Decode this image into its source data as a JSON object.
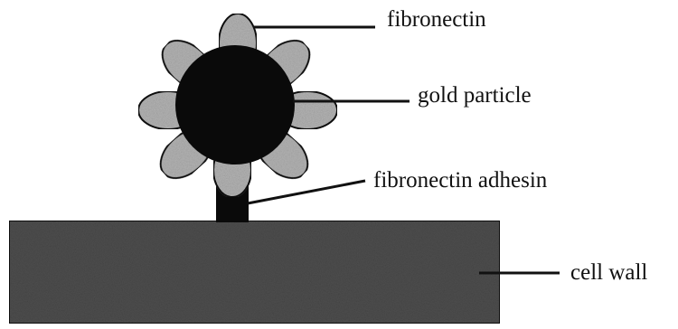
{
  "diagram": {
    "labels": {
      "fibronectin": "fibronectin",
      "gold_particle": "gold particle",
      "adhesin": "fibronectin adhesin",
      "cell_wall": "cell wall"
    },
    "colors": {
      "ink": "#111111",
      "petal_fill": "#b4b4b4",
      "particle_fill": "#0a0a0a",
      "cell_wall_fill": "#4e4e4e",
      "background": "#ffffff"
    },
    "petal_count": 8
  }
}
